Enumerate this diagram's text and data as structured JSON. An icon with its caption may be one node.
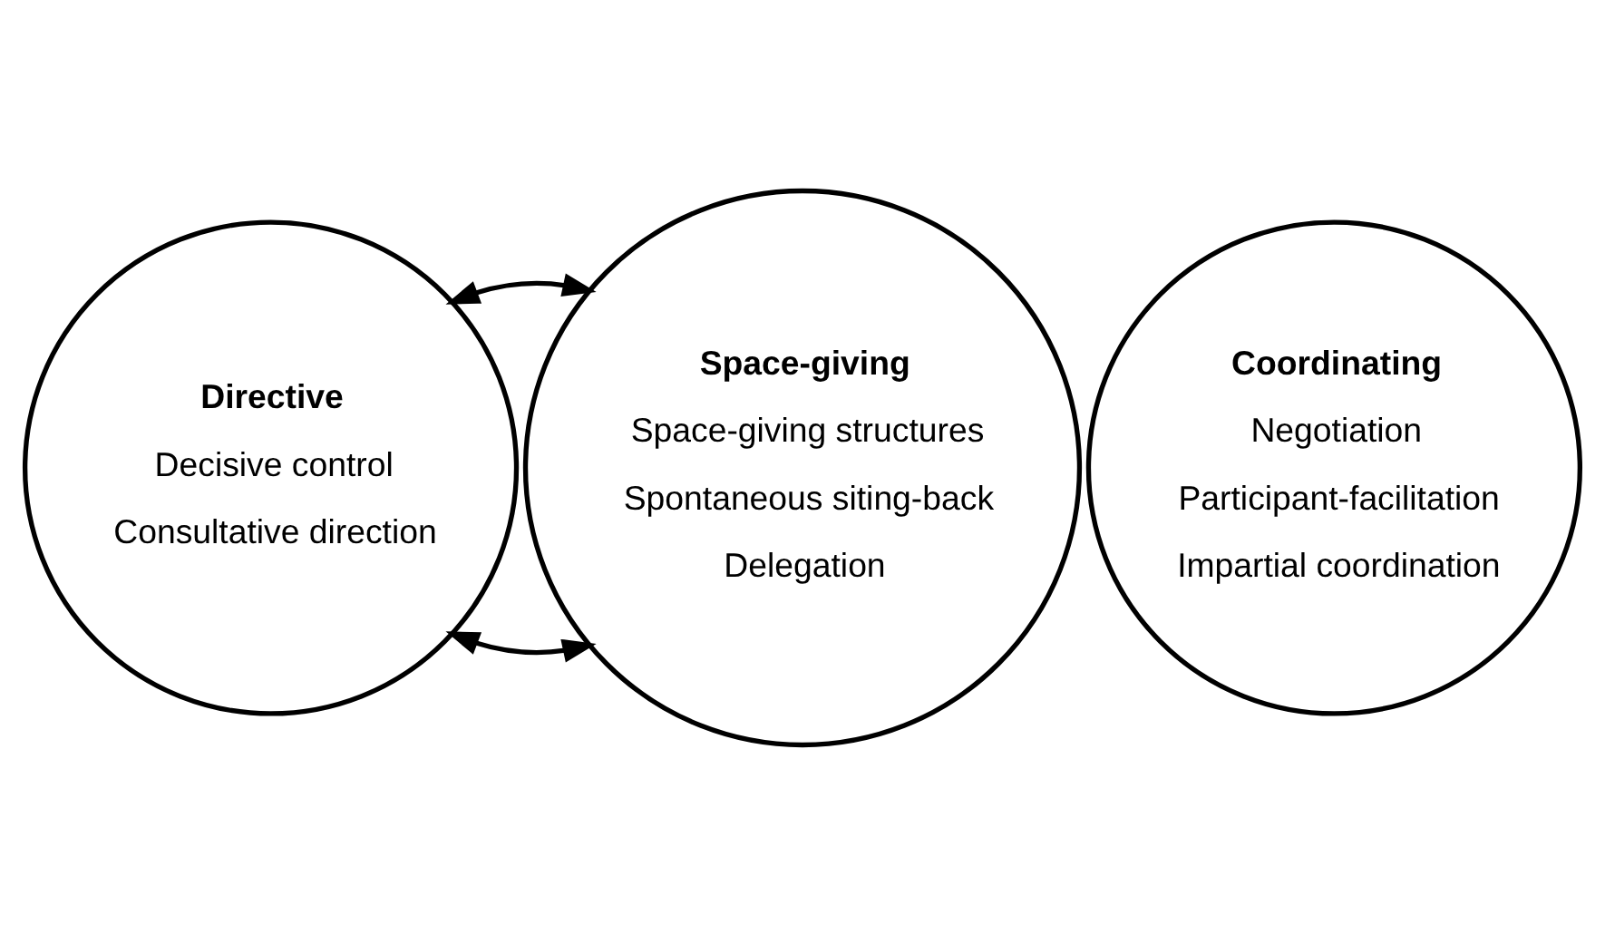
{
  "diagram": {
    "nodes": [
      {
        "text": [
          "Directive",
          "Decisive control",
          "Consultative direction"
        ]
      },
      {
        "text": [
          "Coordinating",
          "Negotiation",
          "Participant-facilitation",
          "Impartial coordination"
        ]
      },
      {
        "text": [
          "Space-giving",
          "Space-giving structures",
          "Spontaneous siting-back",
          "Delegation"
        ]
      }
    ],
    "edges": [
      {
        "from": 0,
        "to": 2,
        "arrow": "both"
      },
      {
        "from": 2,
        "to": 0,
        "arrow": "both"
      }
    ]
  }
}
